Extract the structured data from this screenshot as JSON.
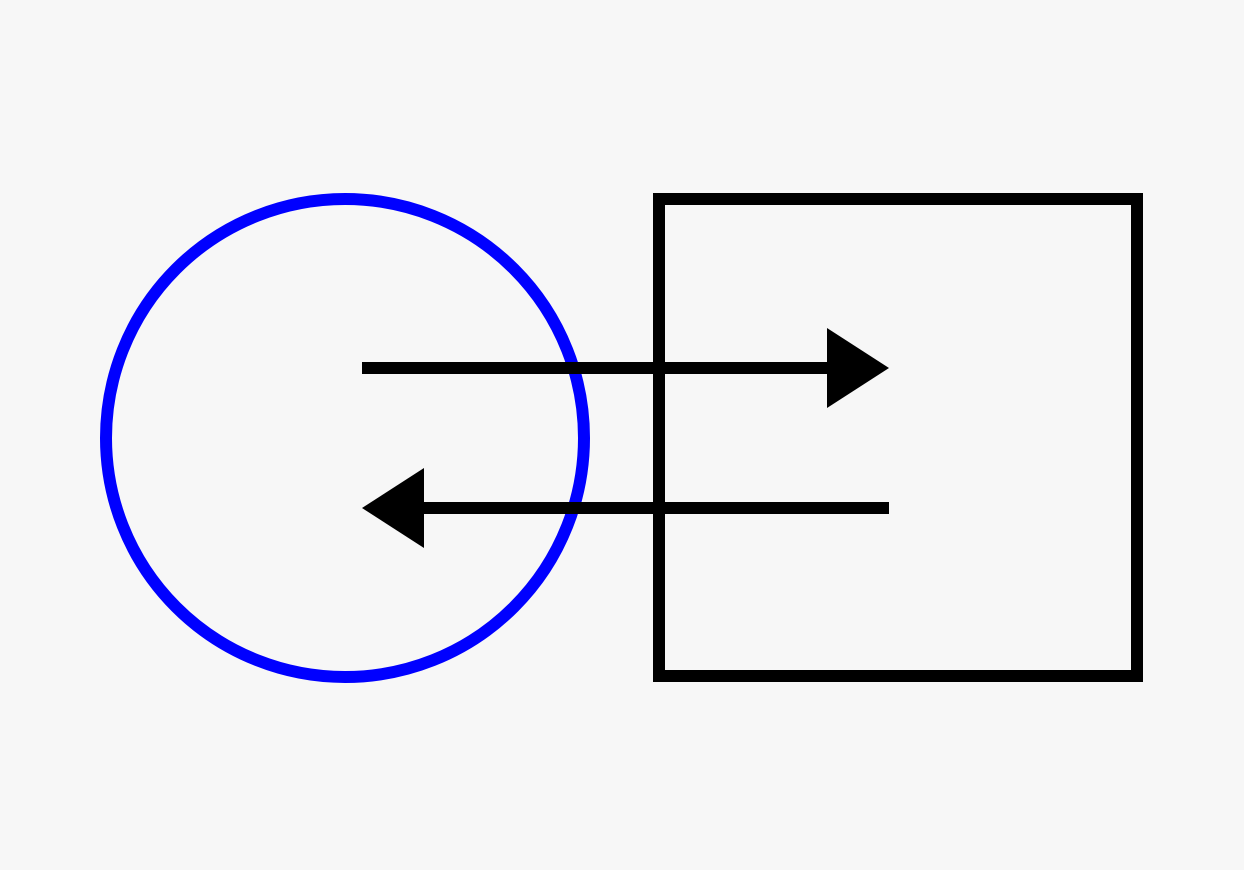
{
  "diagram": {
    "background_color": "#f7f7f7",
    "shapes": [
      {
        "id": "circle",
        "shape": "circle",
        "stroke_color": "#0000ff",
        "fill": "none"
      },
      {
        "id": "square",
        "shape": "rectangle",
        "stroke_color": "#000000",
        "fill": "none"
      }
    ],
    "connectors": [
      {
        "id": "arrow-right",
        "from": "circle",
        "to": "square",
        "direction": "right",
        "color": "#000000",
        "head": "triangle"
      },
      {
        "id": "arrow-left",
        "from": "square",
        "to": "circle",
        "direction": "left",
        "color": "#000000",
        "head": "triangle"
      }
    ]
  }
}
